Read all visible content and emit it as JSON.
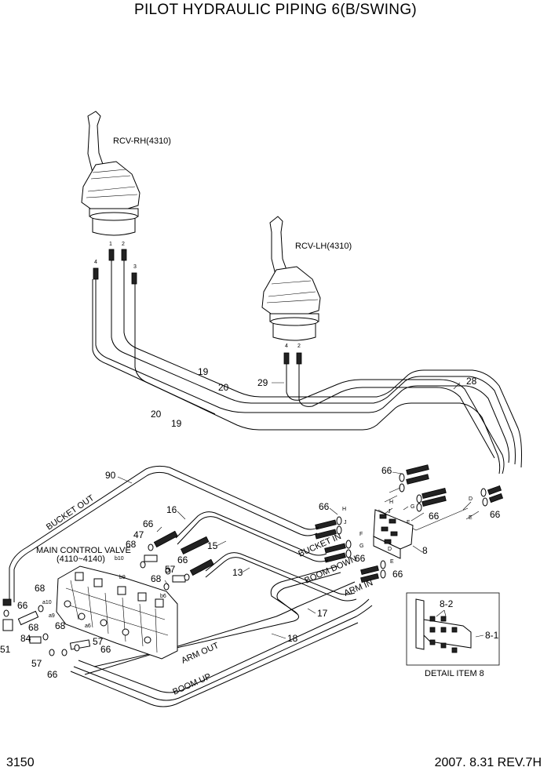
{
  "title": "PILOT HYDRAULIC PIPING 6(B/SWING)",
  "footer": {
    "page_number": "3150",
    "revision": "2007. 8.31 REV.7H"
  },
  "components": {
    "rcv_rh": "RCV-RH(4310)",
    "rcv_lh": "RCV-LH(4310)",
    "mcv_line1": "MAIN CONTROL VALVE",
    "mcv_line2": "(4110~4140)",
    "detail_caption": "DETAIL ITEM 8"
  },
  "hose_labels": {
    "bucket_out": "BUCKET OUT",
    "bucket_in": "BUCKET IN",
    "boom_down": "BOOM DOWN",
    "arm_in": "ARM IN",
    "arm_out": "ARM OUT",
    "boom_up": "BOOM UP"
  },
  "port_labels": {
    "rh_1": "1",
    "rh_2": "2",
    "rh_3": "3",
    "rh_4": "4",
    "lh_4": "4",
    "lh_2": "2",
    "b10": "b10",
    "b9": "b9",
    "b6": "b6",
    "a10": "a10",
    "a9": "a9",
    "a6": "a6",
    "blk_h": "H",
    "blk_j": "J",
    "blk_f": "F",
    "blk_g": "G",
    "blk_d": "D",
    "blk_e": "E",
    "right_h": "H",
    "right_j": "J",
    "right_g": "G",
    "right_f": "F",
    "right_d": "D",
    "right_e": "E"
  },
  "callouts": {
    "n19a": "19",
    "n20a": "20",
    "n20b": "20",
    "n19b": "19",
    "n29": "29",
    "n28": "28",
    "n90": "90",
    "n16": "16",
    "n15": "15",
    "n13": "13",
    "n17": "17",
    "n18": "18",
    "n66_lh_top": "66",
    "n66_lh_mid": "66",
    "n66_lh_right": "66",
    "n66_block_top": "66",
    "n66_block_mid": "66",
    "n66_block_bot": "66",
    "n8": "8",
    "n66_mcv_top": "66",
    "n47": "47",
    "n68_mcv": "68",
    "n57_mcv": "57",
    "n66_mcv_mid": "66",
    "n68_mid": "68",
    "n68_left": "68",
    "n66_left": "66",
    "n68_lower": "68",
    "n84": "84",
    "n51": "51",
    "n68_bottom": "68",
    "n57_bottom": "57",
    "n66_bottom": "66",
    "n57_left": "57",
    "n66_lowest": "66",
    "d82": "8-2",
    "d81": "8-1"
  }
}
